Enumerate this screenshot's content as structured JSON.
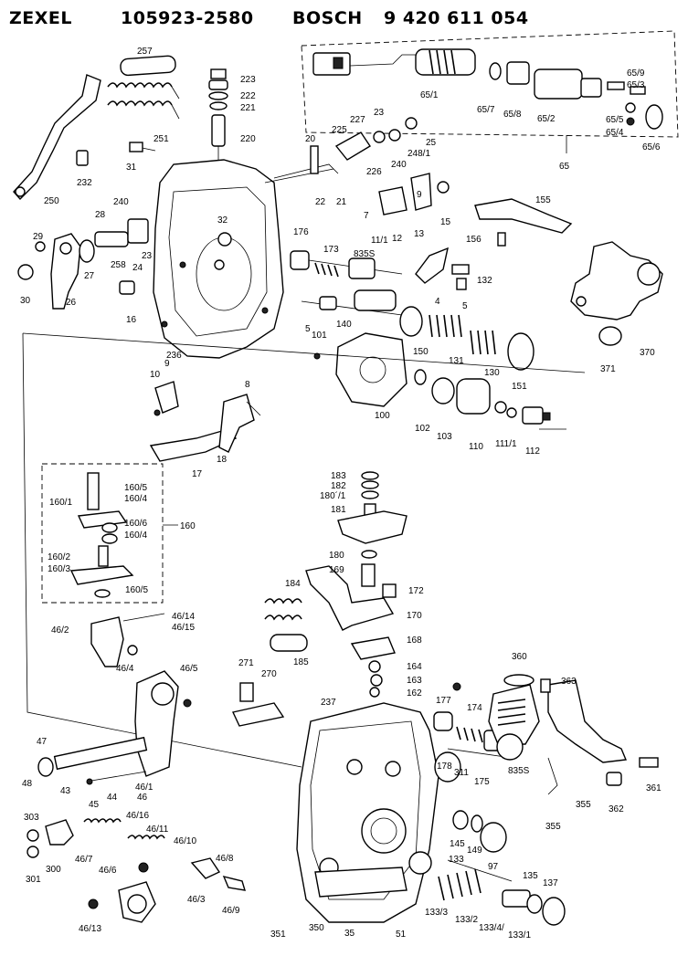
{
  "header": {
    "brand": "ZEXEL",
    "zexel_number": "105923-2580",
    "bosch": "BOSCH",
    "bosch_number": "9 420 611 054"
  },
  "labels": {
    "l257": "257",
    "l223": "223",
    "l222": "222",
    "l221": "221",
    "l220": "220",
    "l251": "251",
    "l31": "31",
    "l232": "232",
    "l250": "250",
    "l240": "240",
    "l28": "28",
    "l29": "29",
    "l30": "30",
    "l27": "27",
    "l26": "26",
    "l258": "258",
    "l24": "24",
    "l23": "23",
    "l16": "16",
    "l236": "236",
    "l32": "32",
    "l20": "20",
    "l225": "225",
    "l227": "227",
    "l23b": "23",
    "l25": "25",
    "l248_1": "248/1",
    "l226": "226",
    "l240b": "240",
    "l22": "22",
    "l21": "21",
    "l7": "7",
    "l11_1": "11/1",
    "l12": "12",
    "l9": "9",
    "l13": "13",
    "l15": "15",
    "l155": "155",
    "l156": "156",
    "l65_1": "65/1",
    "l65_7": "65/7",
    "l65_8": "65/8",
    "l65_2": "65/2",
    "l65_9": "65/9",
    "l65_3": "65/3",
    "l65_5": "65/5",
    "l65_4": "65/4",
    "l65_6": "65/6",
    "l65": "65",
    "l176": "176",
    "l173": "173",
    "l835s": "835S",
    "l132": "132",
    "l4": "4",
    "l5": "5",
    "l5b": "5",
    "l140": "140",
    "l101": "101",
    "l150": "150",
    "l131": "131",
    "l130": "130",
    "l151": "151",
    "l370": "370",
    "l371": "371",
    "l10": "10",
    "l9b": "9",
    "l8": "8",
    "l17": "17",
    "l18": "18",
    "l100": "100",
    "l102": "102",
    "l103": "103",
    "l110": "110",
    "l111_1": "111/1",
    "l112": "112",
    "l160_5": "160/5",
    "l160_4": "160/4",
    "l160_1": "160/1",
    "l160_6": "160/6",
    "l160_4b": "160/4",
    "l160": "160",
    "l160_2": "160/2",
    "l160_3": "160/3",
    "l160_5b": "160/5",
    "l46_14": "46/14",
    "l46_15": "46/15",
    "l46_2": "46/2",
    "l46_4": "46/4",
    "l46_5": "46/5",
    "l183": "183",
    "l182": "182",
    "l180_1": "180´/1",
    "l181": "181",
    "l180": "180",
    "l169": "169",
    "l172": "172",
    "l170": "170",
    "l184": "184",
    "l168": "168",
    "l185": "185",
    "l164": "164",
    "l163": "163",
    "l162": "162",
    "l271": "271",
    "l270": "270",
    "l237": "237",
    "l177": "177",
    "l174": "174",
    "l360": "360",
    "l363": "363",
    "l178": "178",
    "l311": "311",
    "l175": "175",
    "l835sb": "835S",
    "l355": "355",
    "l361": "361",
    "l362": "362",
    "l355b": "355",
    "l47": "47",
    "l48": "48",
    "l43": "43",
    "l45": "45",
    "l44": "44",
    "l46_1": "46/1",
    "l46": "46",
    "l46_16": "46/16",
    "l46_11": "46/11",
    "l46_10": "46/10",
    "l303": "303",
    "l300": "300",
    "l301": "301",
    "l46_7": "46/7",
    "l46_6": "46/6",
    "l46_8": "46/8",
    "l46_3": "46/3",
    "l46_9": "46/9",
    "l46_13": "46/13",
    "l145": "145",
    "l149": "149",
    "l97": "97",
    "l133": "133",
    "l135": "135",
    "l137": "137",
    "l351": "351",
    "l350": "350",
    "l35": "35",
    "l51": "51",
    "l133_3": "133/3",
    "l133_2": "133/2",
    "l133_4": "133/4/",
    "l133_1": "133/1"
  }
}
